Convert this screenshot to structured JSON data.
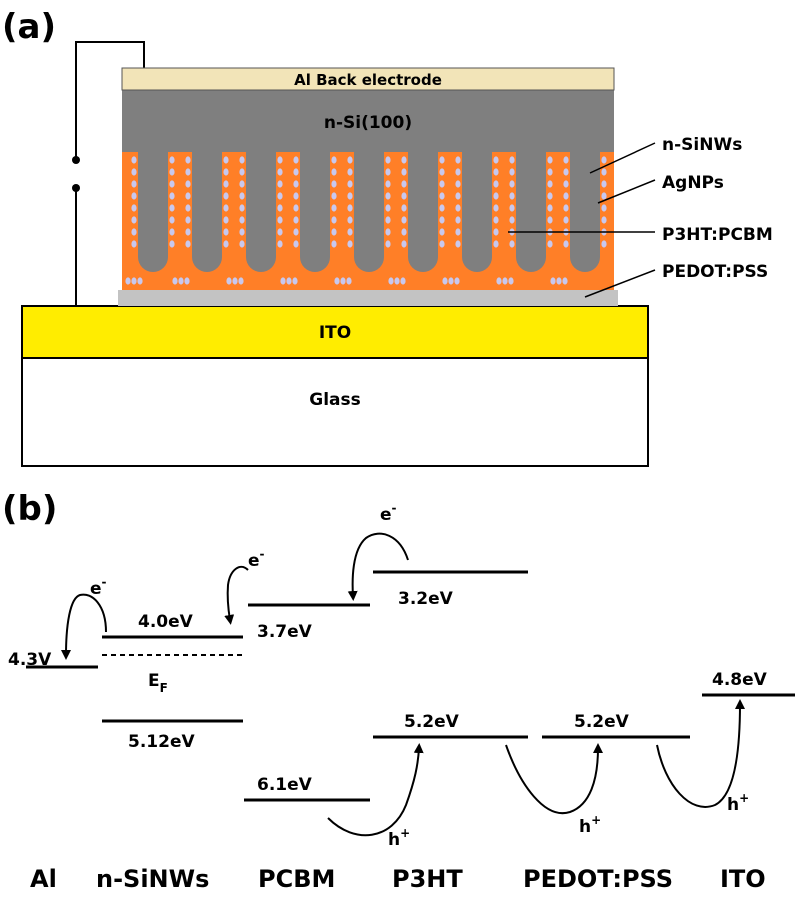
{
  "panels": {
    "a_label": "(a)",
    "b_label": "(b)"
  },
  "device": {
    "al_electrode": "Al Back electrode",
    "n_si": "n-Si(100)",
    "ito": "ITO",
    "glass": "Glass",
    "callouts": {
      "n_sinws": "n-SiNWs",
      "agnps": "AgNPs",
      "p3ht_pcbm": "P3HT:PCBM",
      "pedot_pss": "PEDOT:PSS"
    },
    "colors": {
      "al": "#f2e4b8",
      "si": "#7f7f7f",
      "p3ht_pcbm": "#ff7f27",
      "pedot": "#c3c3c3",
      "ito": "#ffed00",
      "glass": "#ffffff",
      "agnp": "#c8c8ee"
    }
  },
  "energy_diagram": {
    "levels": {
      "al": "4.3V",
      "sinws_cb": "4.0eV",
      "fermi_base": "E",
      "fermi_sub": "F",
      "sinws_vb": "5.12eV",
      "pcbm_lumo": "3.7eV",
      "pcbm_homo": "6.1eV",
      "p3ht_lumo": "3.2eV",
      "p3ht_homo": "5.2eV",
      "pedot": "5.2eV",
      "ito": "4.8eV"
    },
    "carriers": {
      "electron_base": "e",
      "electron_sup": "-",
      "hole_base": "h",
      "hole_sup": "+"
    },
    "materials": [
      "Al",
      "n-SiNWs",
      "PCBM",
      "P3HT",
      "PEDOT:PSS",
      "ITO"
    ]
  }
}
